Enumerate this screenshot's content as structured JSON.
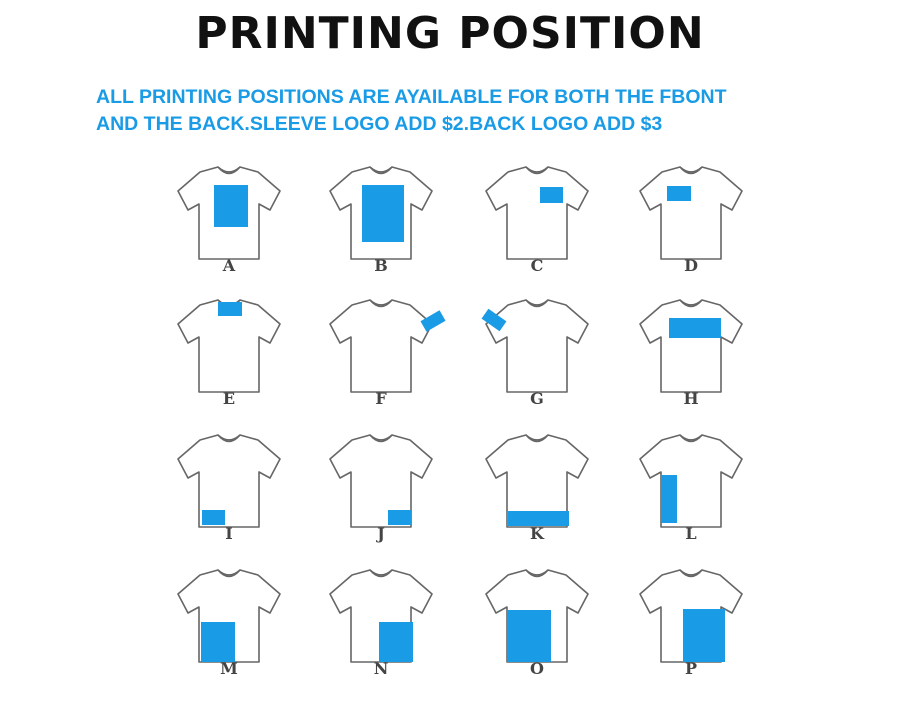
{
  "title": "PRINTING POSITION",
  "subtitle": {
    "line1": "ALL PRINTING POSITIONS ARE AYAILABLE FOR BOTH THE FBONT",
    "line2": "AND THE BACK.SLEEVE LOGO ADD $2.BACK LOGO ADD $3"
  },
  "colors": {
    "accent": "#1a9be6",
    "title": "#111111",
    "label": "#444444"
  },
  "positions": [
    {
      "letter": "A"
    },
    {
      "letter": "B"
    },
    {
      "letter": "C"
    },
    {
      "letter": "D"
    },
    {
      "letter": "E"
    },
    {
      "letter": "F"
    },
    {
      "letter": "G"
    },
    {
      "letter": "H"
    },
    {
      "letter": "I"
    },
    {
      "letter": "J"
    },
    {
      "letter": "K"
    },
    {
      "letter": "L"
    },
    {
      "letter": "M"
    },
    {
      "letter": "N"
    },
    {
      "letter": "O"
    },
    {
      "letter": "P"
    }
  ]
}
